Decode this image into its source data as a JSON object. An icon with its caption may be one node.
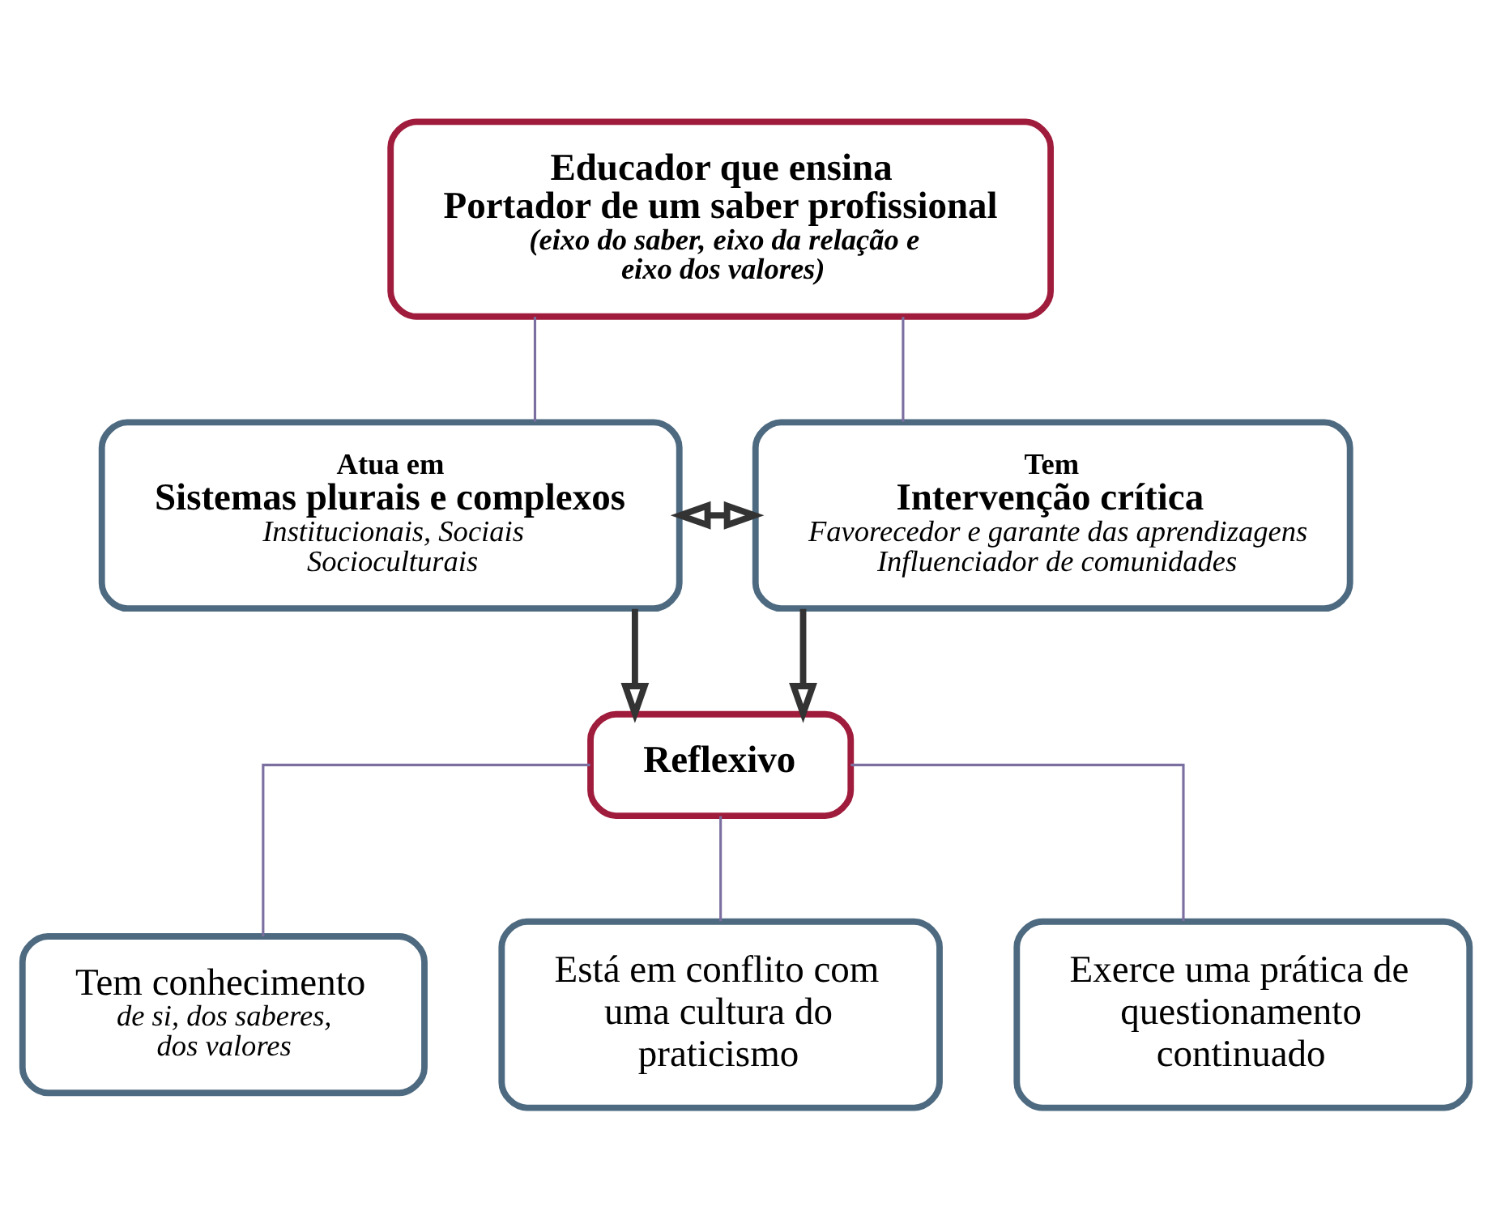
{
  "diagram": {
    "nodes": [
      {
        "text": [
          "Educador que ensina",
          "Portador de um saber profissional",
          "(eixo do saber, eixo da relação e eixo dos valores)"
        ]
      },
      {
        "text": [
          "Atua em",
          "Sistemas plurais e complexos",
          "Institucionais, Sociais Socioculturais"
        ]
      },
      {
        "text": [
          "Tem",
          "Intervenção crítica",
          "Favorecedor e garante das aprendizagens Influenciador de comunidades"
        ]
      },
      {
        "text": [
          "Reflexivo"
        ]
      },
      {
        "text": [
          "Tem conhecimento",
          "de si, dos saberes, dos valores"
        ]
      },
      {
        "text": [
          "Está em conflito com uma cultura do praticismo"
        ]
      },
      {
        "text": [
          "Exerce uma prática de questionamento continuado"
        ]
      }
    ],
    "edges": [
      {
        "from": 0,
        "to": 1,
        "arrow": "none"
      },
      {
        "from": 0,
        "to": 2,
        "arrow": "none"
      },
      {
        "from": 1,
        "to": 2,
        "arrow": "both",
        "style": "thick",
        "color": "#333333"
      },
      {
        "from": 1,
        "to": 3,
        "arrow": "to",
        "style": "thick",
        "color": "#333333"
      },
      {
        "from": 2,
        "to": 3,
        "arrow": "to",
        "style": "thick",
        "color": "#333333"
      },
      {
        "from": 3,
        "to": 4,
        "arrow": "none"
      },
      {
        "from": 3,
        "to": 5,
        "arrow": "none"
      },
      {
        "from": 3,
        "to": 6,
        "arrow": "none"
      }
    ]
  }
}
